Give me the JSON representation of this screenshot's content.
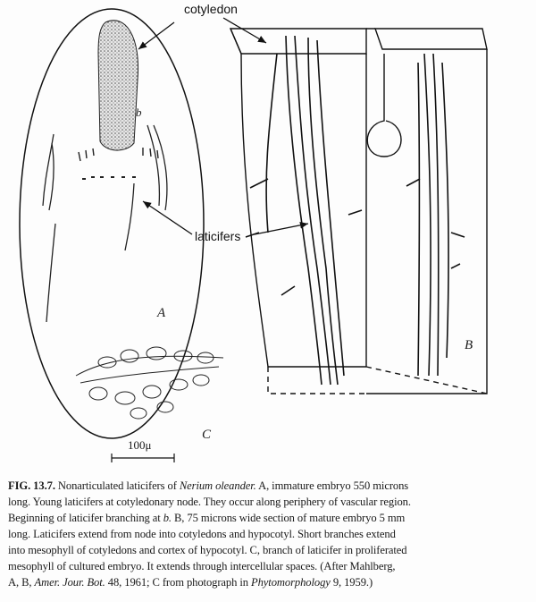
{
  "figure": {
    "labels": {
      "cotyledon": "cotyledon",
      "laticifers": "laticifers",
      "b": "b",
      "A": "A",
      "B": "B",
      "C": "C",
      "scale": "100μ"
    }
  },
  "caption": {
    "fig_number": "FIG. 13.7.",
    "l1a": " Nonarticulated laticifers of ",
    "l1_species": "Nerium oleander.",
    "l1b": " A, immature embryo 550 microns",
    "l2": "long. Young laticifers at cotyledonary node. They occur along periphery of vascular region.",
    "l3a": "Beginning of laticifer branching at ",
    "l3_b": "b.",
    "l3b": " B, 75 microns wide section of mature embryo 5 mm",
    "l4": "long. Laticifers extend from node into cotyledons and hypocotyl. Short branches extend",
    "l5": "into mesophyll of cotyledons and cortex of hypocotyl. C, branch of laticifer in proliferated",
    "l6": "mesophyll of cultured embryo. It extends through intercellular spaces. (After Mahlberg,",
    "l7a": "A, B, ",
    "l7_journal": "Amer. Jour. Bot.",
    "l7b": " 48, 1961; C from photograph in ",
    "l7_journal2": "Phytomorphology",
    "l7c": " 9, 1959.)"
  }
}
